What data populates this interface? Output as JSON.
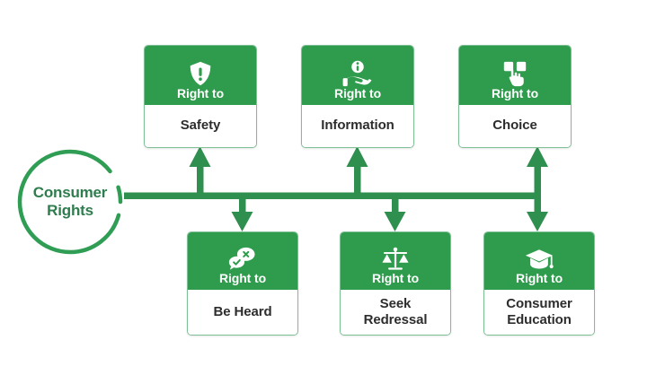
{
  "diagram": {
    "title": "Consumer Rights",
    "hub": {
      "name": "consumer-rights-hub",
      "line1": "Consumer",
      "line2": "Rights",
      "text_color": "#2f7d4e",
      "ring_color": "#2f9e54"
    },
    "colors": {
      "green_header": "#2e9c4c",
      "connector": "#2f8f4e",
      "card_border": "#7fbf96",
      "body_text": "#2d2d2d",
      "background": "#ffffff"
    },
    "common_heading": "Right to",
    "nodes": [
      {
        "id": "safety",
        "row": "top",
        "heading": "Right to",
        "label": "Safety",
        "icon": "shield-alert-icon"
      },
      {
        "id": "information",
        "row": "top",
        "heading": "Right to",
        "label": "Information",
        "icon": "hand-info-icon"
      },
      {
        "id": "choice",
        "row": "top",
        "heading": "Right to",
        "label": "Choice",
        "icon": "hand-select-cards-icon"
      },
      {
        "id": "be-heard",
        "row": "bottom",
        "heading": "Right to",
        "label": "Be Heard",
        "icon": "speech-bubbles-check-cross-icon"
      },
      {
        "id": "seek-redressal",
        "row": "bottom",
        "heading": "Right to",
        "label_line1": "Seek",
        "label_line2": "Redressal",
        "label": "Seek Redressal",
        "icon": "scales-of-justice-icon"
      },
      {
        "id": "consumer-education",
        "row": "bottom",
        "heading": "Right to",
        "label_line1": "Consumer",
        "label_line2": "Education",
        "label": "Consumer Education",
        "icon": "graduation-cap-icon"
      }
    ]
  }
}
